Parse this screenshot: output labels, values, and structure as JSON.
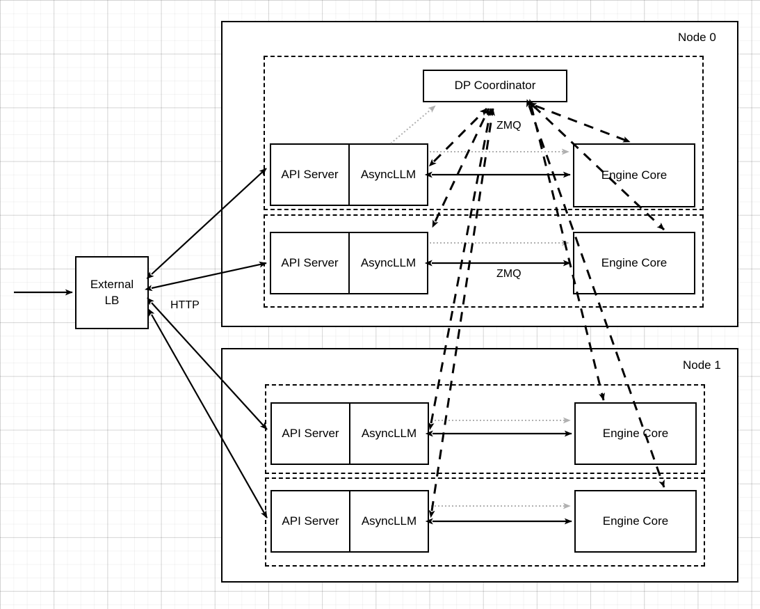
{
  "diagram": {
    "title": "vLLM data-parallel deployment topology",
    "background": "grid",
    "colors": {
      "stroke": "#000000",
      "dotted_gray": "#b0b0b0",
      "fill": "#ffffff"
    },
    "nodes": [
      {
        "id": "node0",
        "label": "Node 0",
        "groups": [
          {
            "id": "node0-dp0",
            "api_server": "API Server",
            "async_llm": "AsyncLLM",
            "engine_core": "Engine Core",
            "zmq_label": "ZMQ"
          },
          {
            "id": "node0-dp1",
            "api_server": "API Server",
            "async_llm": "AsyncLLM",
            "engine_core": "Engine Core",
            "zmq_label": "ZMQ"
          }
        ]
      },
      {
        "id": "node1",
        "label": "Node 1",
        "groups": [
          {
            "id": "node1-dp0",
            "api_server": "API Server",
            "async_llm": "AsyncLLM",
            "engine_core": "Engine Core",
            "zmq_label": ""
          },
          {
            "id": "node1-dp1",
            "api_server": "API Server",
            "async_llm": "AsyncLLM",
            "engine_core": "Engine Core",
            "zmq_label": ""
          }
        ]
      }
    ],
    "coordinator": {
      "label": "DP Coordinator"
    },
    "load_balancer": {
      "line1": "External",
      "line2": "LB"
    },
    "edge_labels": {
      "http": "HTTP",
      "zmq_top": "ZMQ",
      "zmq_second": "ZMQ"
    }
  }
}
